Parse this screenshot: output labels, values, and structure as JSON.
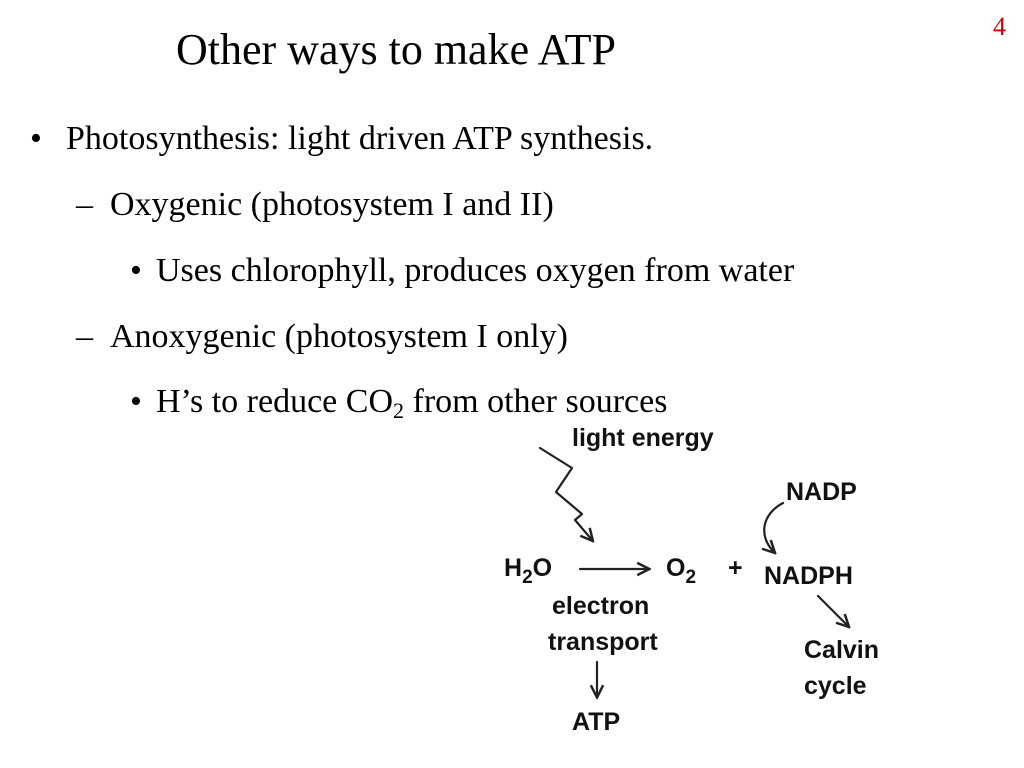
{
  "slide": {
    "title": "Other ways to make ATP",
    "number": "4"
  },
  "bullets": [
    {
      "marker": "•",
      "text": "Photosynthesis: light driven ATP synthesis."
    },
    {
      "marker": "–",
      "text": "Oxygenic (photosystem I and II)"
    },
    {
      "marker": "•",
      "text": "Uses chlorophyll, produces oxygen from water"
    },
    {
      "marker": "–",
      "text": "Anoxygenic (photosystem I only)"
    },
    {
      "marker": "•",
      "text_before": "H’s to reduce CO",
      "subscript": "2",
      "text_after": " from other sources"
    }
  ],
  "diagram": {
    "light_energy": "light energy",
    "h2o_h": "H",
    "h2o_sub": "2",
    "h2o_o": "O",
    "o2_o": "O",
    "o2_sub": "2",
    "plus": "+",
    "nadp": "NADP",
    "nadph": "NADPH",
    "electron": "electron",
    "transport": "transport",
    "atp": "ATP",
    "calvin": "Calvin",
    "cycle": "cycle"
  },
  "colors": {
    "slide_number": "#cc0000",
    "text": "#000000"
  }
}
